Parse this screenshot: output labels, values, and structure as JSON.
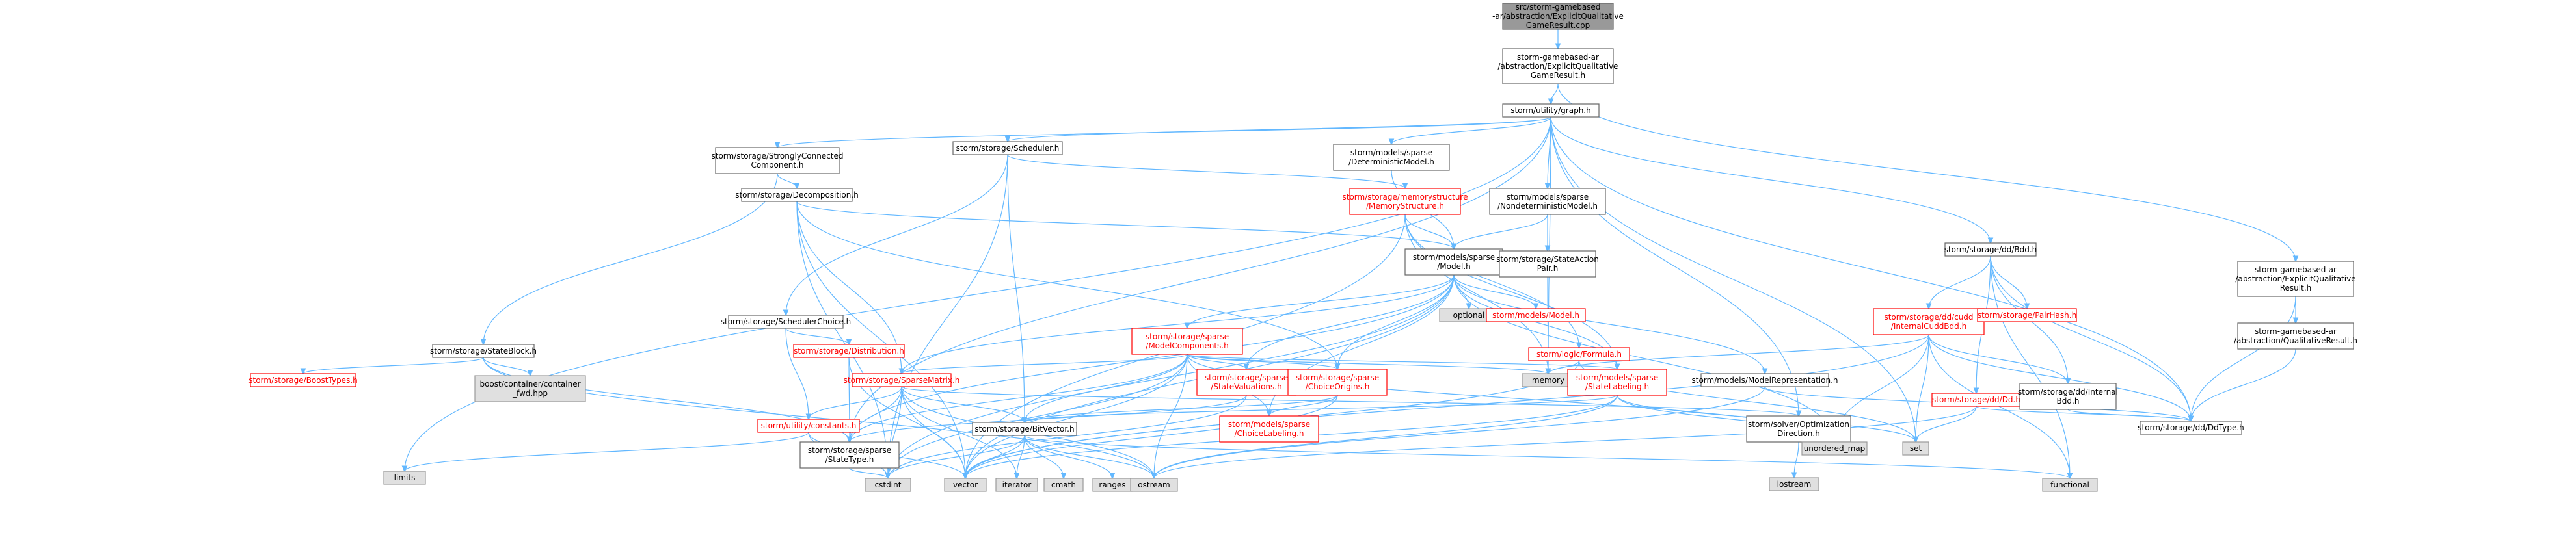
{
  "diagram": {
    "type": "include-dependency-graph",
    "colors": {
      "edge": "#63b8ff",
      "root_fill": "#999999",
      "box_stroke": "#666666",
      "ext_fill": "#e0e0e0",
      "red_text": "#ff0000"
    },
    "nodes": [
      {
        "id": "root",
        "kind": "root",
        "lines": [
          "src/storm-gamebased",
          "-ar/abstraction/ExplicitQualitative",
          "GameResult.cpp"
        ]
      },
      {
        "id": "eqgr",
        "kind": "normal",
        "lines": [
          "storm-gamebased-ar",
          "/abstraction/ExplicitQualitative",
          "GameResult.h"
        ]
      },
      {
        "id": "graph",
        "kind": "normal",
        "lines": [
          "storm/utility/graph.h"
        ]
      },
      {
        "id": "eqr",
        "kind": "normal",
        "lines": [
          "storm-gamebased-ar",
          "/abstraction/ExplicitQualitative",
          "Result.h"
        ]
      },
      {
        "id": "qr",
        "kind": "normal",
        "lines": [
          "storm-gamebased-ar",
          "/abstraction/QualitativeResult.h"
        ]
      },
      {
        "id": "scc",
        "kind": "normal",
        "lines": [
          "storm/storage/StronglyConnected",
          "Component.h"
        ]
      },
      {
        "id": "sched",
        "kind": "normal",
        "lines": [
          "storm/storage/Scheduler.h"
        ]
      },
      {
        "id": "detm",
        "kind": "normal",
        "lines": [
          "storm/models/sparse",
          "/DeterministicModel.h"
        ]
      },
      {
        "id": "mem",
        "kind": "red",
        "lines": [
          "storm/storage/memorystructure",
          "/MemoryStructure.h"
        ]
      },
      {
        "id": "ndm",
        "kind": "normal",
        "lines": [
          "storm/models/sparse",
          "/NondeterministicModel.h"
        ]
      },
      {
        "id": "decomp",
        "kind": "normal",
        "lines": [
          "storm/storage/Decomposition.h"
        ]
      },
      {
        "id": "model",
        "kind": "normal",
        "lines": [
          "storm/models/sparse",
          "/Model.h"
        ]
      },
      {
        "id": "sap",
        "kind": "normal",
        "lines": [
          "storm/storage/StateAction",
          "Pair.h"
        ]
      },
      {
        "id": "bdd",
        "kind": "normal",
        "lines": [
          "storm/storage/dd/Bdd.h"
        ]
      },
      {
        "id": "optional",
        "kind": "ext",
        "lines": [
          "optional"
        ]
      },
      {
        "id": "modelh",
        "kind": "red",
        "lines": [
          "storm/models/Model.h"
        ]
      },
      {
        "id": "formula",
        "kind": "red",
        "lines": [
          "storm/logic/Formula.h"
        ]
      },
      {
        "id": "cudd",
        "kind": "red",
        "lines": [
          "storm/storage/dd/cudd",
          "/InternalCuddBdd.h"
        ]
      },
      {
        "id": "pairhash",
        "kind": "red",
        "lines": [
          "storm/storage/PairHash.h"
        ]
      },
      {
        "id": "schoice",
        "kind": "normal",
        "lines": [
          "storm/storage/SchedulerChoice.h"
        ]
      },
      {
        "id": "mcomp",
        "kind": "red",
        "lines": [
          "storm/storage/sparse",
          "/ModelComponents.h"
        ]
      },
      {
        "id": "memory",
        "kind": "ext",
        "lines": [
          "memory"
        ]
      },
      {
        "id": "sblock",
        "kind": "normal",
        "lines": [
          "storm/storage/StateBlock.h"
        ]
      },
      {
        "id": "distr",
        "kind": "red",
        "lines": [
          "storm/storage/Distribution.h"
        ]
      },
      {
        "id": "smatrix",
        "kind": "red",
        "lines": [
          "storm/storage/SparseMatrix.h"
        ]
      },
      {
        "id": "sval",
        "kind": "red",
        "lines": [
          "storm/storage/sparse",
          "/StateValuations.h"
        ]
      },
      {
        "id": "corig",
        "kind": "red",
        "lines": [
          "storm/storage/sparse",
          "/ChoiceOrigins.h"
        ]
      },
      {
        "id": "slabel",
        "kind": "red",
        "lines": [
          "storm/models/sparse",
          "/StateLabeling.h"
        ]
      },
      {
        "id": "mrep",
        "kind": "normal",
        "lines": [
          "storm/models/ModelRepresentation.h"
        ]
      },
      {
        "id": "ddh",
        "kind": "red",
        "lines": [
          "storm/storage/dd/Dd.h"
        ]
      },
      {
        "id": "internalbdd",
        "kind": "normal",
        "lines": [
          "storm/storage/dd/Internal",
          "Bdd.h"
        ]
      },
      {
        "id": "boosttypes",
        "kind": "red",
        "lines": [
          "storm/storage/BoostTypes.h"
        ]
      },
      {
        "id": "boostfwd",
        "kind": "ext",
        "lines": [
          "boost/container/container",
          "_fwd.hpp"
        ]
      },
      {
        "id": "constants",
        "kind": "red",
        "lines": [
          "storm/utility/constants.h"
        ]
      },
      {
        "id": "statetype",
        "kind": "normal",
        "lines": [
          "storm/storage/sparse",
          "/StateType.h"
        ]
      },
      {
        "id": "bitvec",
        "kind": "normal",
        "lines": [
          "storm/storage/BitVector.h"
        ]
      },
      {
        "id": "clabel",
        "kind": "red",
        "lines": [
          "storm/models/sparse",
          "/ChoiceLabeling.h"
        ]
      },
      {
        "id": "optdir",
        "kind": "normal",
        "lines": [
          "storm/solver/Optimization",
          "Direction.h"
        ]
      },
      {
        "id": "umap",
        "kind": "ext",
        "lines": [
          "unordered_map"
        ]
      },
      {
        "id": "set",
        "kind": "ext",
        "lines": [
          "set"
        ]
      },
      {
        "id": "ddtype",
        "kind": "normal",
        "lines": [
          "storm/storage/dd/DdType.h"
        ]
      },
      {
        "id": "limits",
        "kind": "ext",
        "lines": [
          "limits"
        ]
      },
      {
        "id": "cstdint",
        "kind": "ext",
        "lines": [
          "cstdint"
        ]
      },
      {
        "id": "vector",
        "kind": "ext",
        "lines": [
          "vector"
        ]
      },
      {
        "id": "iterator",
        "kind": "ext",
        "lines": [
          "iterator"
        ]
      },
      {
        "id": "cmath",
        "kind": "ext",
        "lines": [
          "cmath"
        ]
      },
      {
        "id": "ranges",
        "kind": "ext",
        "lines": [
          "ranges"
        ]
      },
      {
        "id": "ostream",
        "kind": "ext",
        "lines": [
          "ostream"
        ]
      },
      {
        "id": "iostream",
        "kind": "ext",
        "lines": [
          "iostream"
        ]
      },
      {
        "id": "functional",
        "kind": "ext",
        "lines": [
          "functional"
        ]
      }
    ],
    "edges": [
      [
        "root",
        "eqgr"
      ],
      [
        "eqgr",
        "graph"
      ],
      [
        "eqgr",
        "eqr"
      ],
      [
        "eqr",
        "qr"
      ],
      [
        "eqr",
        "ddtype"
      ],
      [
        "qr",
        "ddtype"
      ],
      [
        "graph",
        "limits"
      ],
      [
        "graph",
        "scc"
      ],
      [
        "graph",
        "sched"
      ],
      [
        "graph",
        "detm"
      ],
      [
        "graph",
        "ndm"
      ],
      [
        "graph",
        "bdd"
      ],
      [
        "graph",
        "statetype"
      ],
      [
        "graph",
        "optdir"
      ],
      [
        "graph",
        "set"
      ],
      [
        "graph",
        "ddtype"
      ],
      [
        "graph",
        "memory"
      ],
      [
        "scc",
        "decomp"
      ],
      [
        "scc",
        "sblock"
      ],
      [
        "sched",
        "cstdint"
      ],
      [
        "sched",
        "mem"
      ],
      [
        "sched",
        "schoice"
      ],
      [
        "sched",
        "bitvec"
      ],
      [
        "detm",
        "model"
      ],
      [
        "ndm",
        "model"
      ],
      [
        "ndm",
        "sap"
      ],
      [
        "sap",
        "memory"
      ],
      [
        "mem",
        "vector"
      ],
      [
        "mem",
        "model"
      ],
      [
        "mem",
        "slabel"
      ],
      [
        "mem",
        "memory"
      ],
      [
        "mem",
        "formula"
      ],
      [
        "decomp",
        "vector"
      ],
      [
        "decomp",
        "cstdint"
      ],
      [
        "decomp",
        "model"
      ],
      [
        "decomp",
        "smatrix"
      ],
      [
        "decomp",
        "corig"
      ],
      [
        "model",
        "mcomp"
      ],
      [
        "model",
        "optional"
      ],
      [
        "model",
        "modelh"
      ],
      [
        "model",
        "smatrix"
      ],
      [
        "model",
        "sval"
      ],
      [
        "model",
        "corig"
      ],
      [
        "model",
        "slabel"
      ],
      [
        "model",
        "clabel"
      ],
      [
        "model",
        "statetype"
      ],
      [
        "model",
        "mrep"
      ],
      [
        "model",
        "umap"
      ],
      [
        "model",
        "vector"
      ],
      [
        "model",
        "cstdint"
      ],
      [
        "formula",
        "memory"
      ],
      [
        "formula",
        "vector"
      ],
      [
        "formula",
        "set"
      ],
      [
        "bdd",
        "cudd"
      ],
      [
        "bdd",
        "pairhash"
      ],
      [
        "bdd",
        "ddh"
      ],
      [
        "bdd",
        "internalbdd"
      ],
      [
        "bdd",
        "ddtype"
      ],
      [
        "bdd",
        "functional"
      ],
      [
        "cudd",
        "memory"
      ],
      [
        "cudd",
        "set"
      ],
      [
        "cudd",
        "umap"
      ],
      [
        "cudd",
        "functional"
      ],
      [
        "cudd",
        "ddtype"
      ],
      [
        "cudd",
        "internalbdd"
      ],
      [
        "cudd",
        "vector"
      ],
      [
        "ddh",
        "set"
      ],
      [
        "ddh",
        "ostream"
      ],
      [
        "ddh",
        "ddtype"
      ],
      [
        "internalbdd",
        "ddtype"
      ],
      [
        "schoice",
        "constants"
      ],
      [
        "schoice",
        "distr"
      ],
      [
        "distr",
        "statetype"
      ],
      [
        "distr",
        "vector"
      ],
      [
        "mcomp",
        "statetype"
      ],
      [
        "mcomp",
        "smatrix"
      ],
      [
        "mcomp",
        "sval"
      ],
      [
        "mcomp",
        "corig"
      ],
      [
        "mcomp",
        "slabel"
      ],
      [
        "mcomp",
        "clabel"
      ],
      [
        "mcomp",
        "bitvec"
      ],
      [
        "mcomp",
        "memory"
      ],
      [
        "mcomp",
        "umap"
      ],
      [
        "mcomp",
        "ostream"
      ],
      [
        "mcomp",
        "vector"
      ],
      [
        "mcomp",
        "cstdint"
      ],
      [
        "sblock",
        "boosttypes"
      ],
      [
        "sblock",
        "boostfwd"
      ],
      [
        "sblock",
        "statetype"
      ],
      [
        "sblock",
        "ostream"
      ],
      [
        "smatrix",
        "constants"
      ],
      [
        "smatrix",
        "statetype"
      ],
      [
        "smatrix",
        "bitvec"
      ],
      [
        "smatrix",
        "optdir"
      ],
      [
        "smatrix",
        "cstdint"
      ],
      [
        "smatrix",
        "vector"
      ],
      [
        "smatrix",
        "iterator"
      ],
      [
        "smatrix",
        "ostream"
      ],
      [
        "sval",
        "statetype"
      ],
      [
        "sval",
        "cstdint"
      ],
      [
        "corig",
        "bitvec"
      ],
      [
        "corig",
        "clabel"
      ],
      [
        "corig",
        "vector"
      ],
      [
        "slabel",
        "bitvec"
      ],
      [
        "slabel",
        "set"
      ],
      [
        "slabel",
        "umap"
      ],
      [
        "slabel",
        "ostream"
      ],
      [
        "slabel",
        "vector"
      ],
      [
        "mrep",
        "ddtype"
      ],
      [
        "mrep",
        "ostream"
      ],
      [
        "constants",
        "limits"
      ],
      [
        "constants",
        "cstdint"
      ],
      [
        "constants",
        "vector"
      ],
      [
        "statetype",
        "cstdint"
      ],
      [
        "bitvec",
        "cstdint"
      ],
      [
        "bitvec",
        "vector"
      ],
      [
        "bitvec",
        "iterator"
      ],
      [
        "bitvec",
        "cmath"
      ],
      [
        "bitvec",
        "ranges"
      ],
      [
        "bitvec",
        "ostream"
      ],
      [
        "bitvec",
        "functional"
      ],
      [
        "optdir",
        "iostream"
      ]
    ]
  }
}
